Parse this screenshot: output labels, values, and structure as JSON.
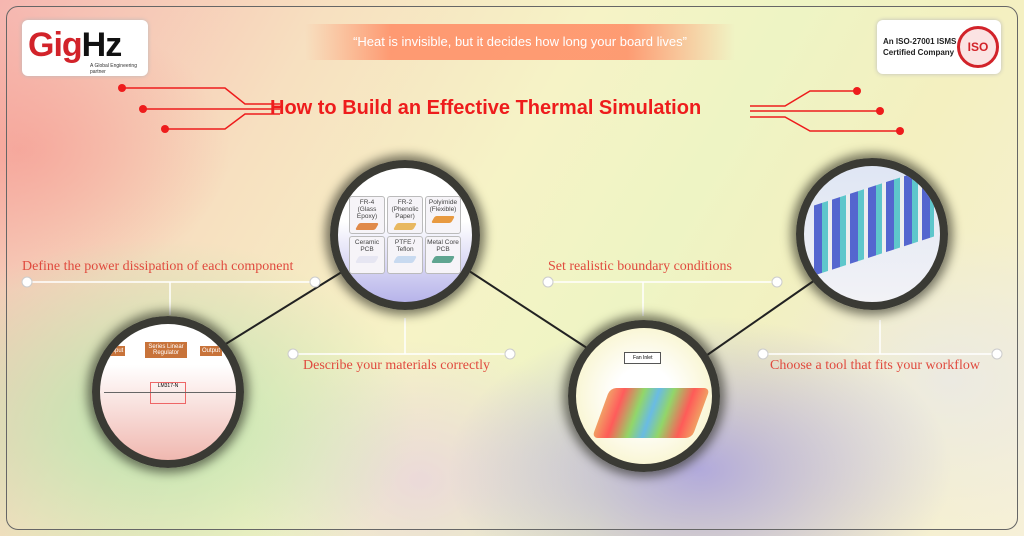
{
  "logo": {
    "text_red": "Gig",
    "text_dark": "Hz",
    "tagline": "A Global Engineering partner"
  },
  "quote": "“Heat is invisible, but it decides how long your board lives”",
  "certification": {
    "line1": "An ISO-27001 ISMS",
    "line2": "Certified Company",
    "seal": "ISO"
  },
  "title": "How to Build an Effective Thermal Simulation",
  "steps": [
    {
      "label": "Define the power dissipation of each component"
    },
    {
      "label": "Describe your materials correctly"
    },
    {
      "label": "Set realistic boundary conditions"
    },
    {
      "label": "Choose a tool that fits your workflow"
    }
  ],
  "materials": [
    "FR-4 (Glass Epoxy)",
    "FR-2 (Phenolic Paper)",
    "Polyimide (Flexible)",
    "Ceramic PCB",
    "PTFE / Teflon",
    "Metal Core PCB"
  ],
  "circuit": {
    "input": "Input",
    "regulator": "Series Linear Regulator",
    "output": "Output",
    "chip": "LM317-N"
  },
  "boundary": {
    "inlet": "Fan Inlet"
  },
  "colors": {
    "accent": "#ee1c1c",
    "label": "#e04a3e"
  }
}
